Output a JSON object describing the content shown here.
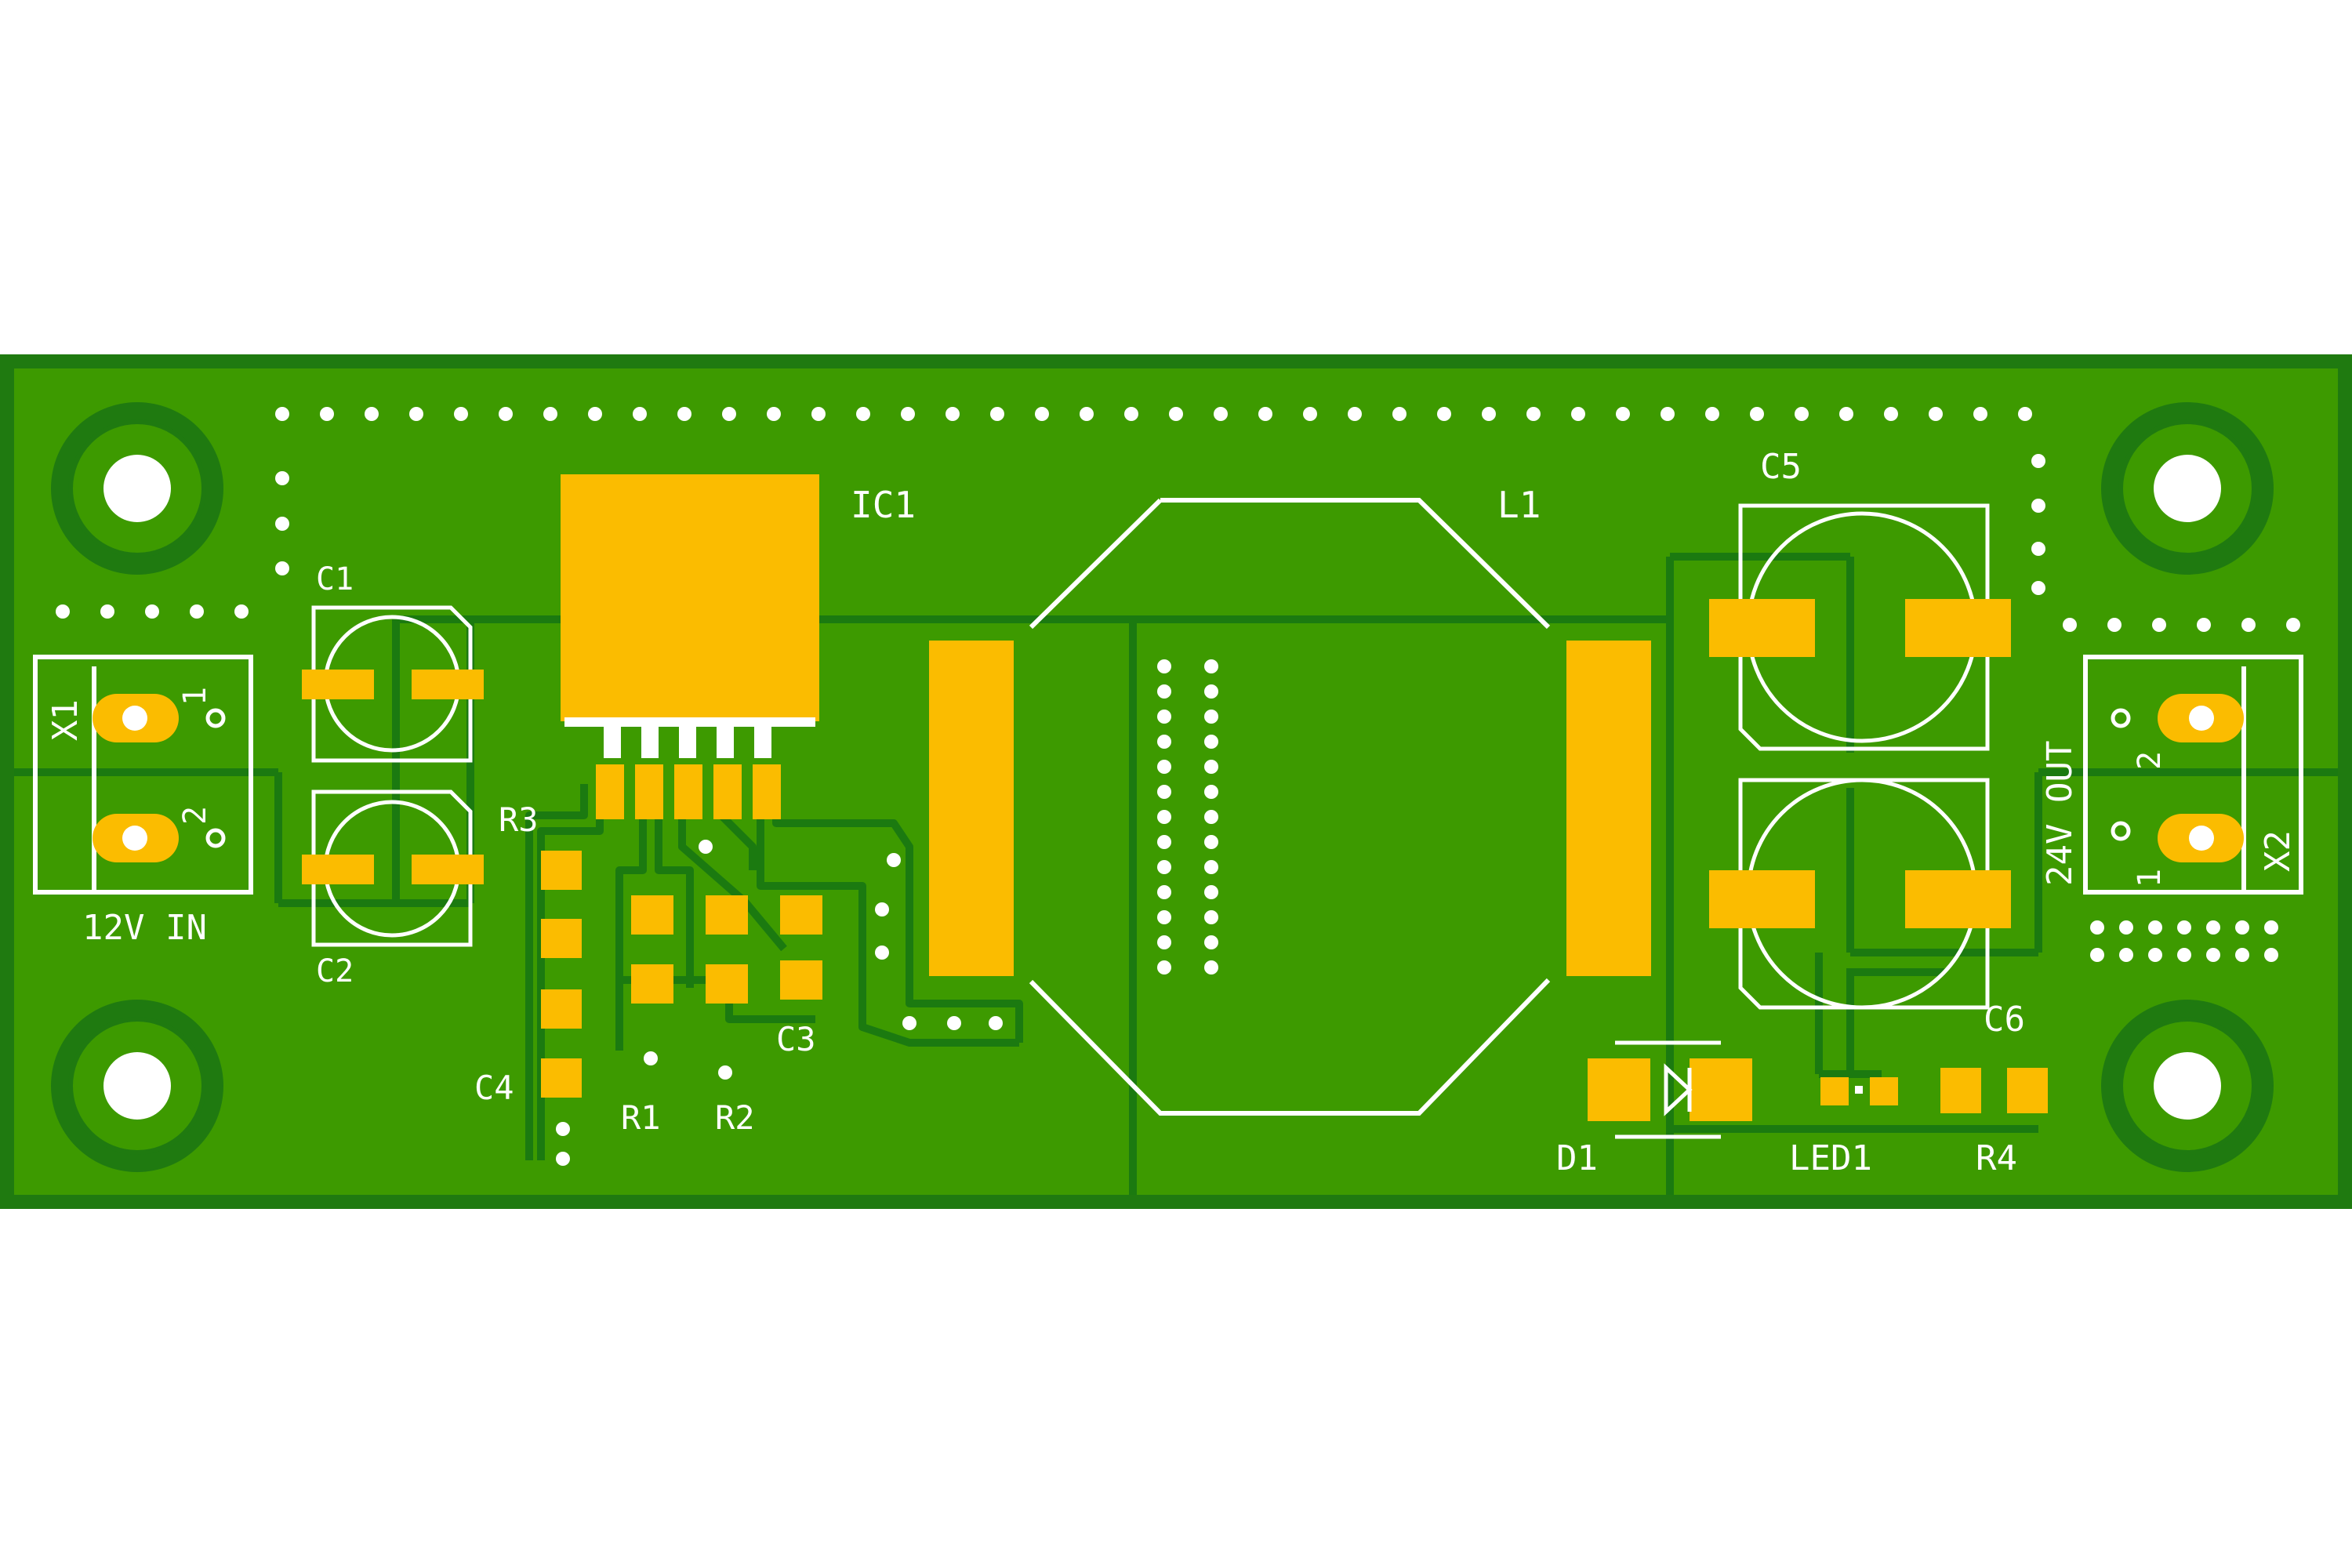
{
  "colors": {
    "background": "#ffffff",
    "board_edge": "#1f7a10",
    "board_fill": "#2f8c00",
    "copper_pour": "#3d9a00",
    "trace_gap": "#1b7a10",
    "pad": "#fbbc00",
    "silkscreen": "#ffffff",
    "hole": "#ffffff"
  },
  "labels": {
    "x1": "X1",
    "x1_pin1": "1",
    "x1_pin2": "2",
    "input_label": "12V IN",
    "c1": "C1",
    "c2": "C2",
    "r3": "R3",
    "c4": "C4",
    "r1": "R1",
    "r2": "R2",
    "c3": "C3",
    "ic1": "IC1",
    "l1": "L1",
    "c5": "C5",
    "c6": "C6",
    "d1": "D1",
    "led1": "LED1",
    "r4": "R4",
    "output_label": "24V OUT",
    "x2": "X2",
    "x2_pin1": "1",
    "x2_pin2": "2"
  }
}
